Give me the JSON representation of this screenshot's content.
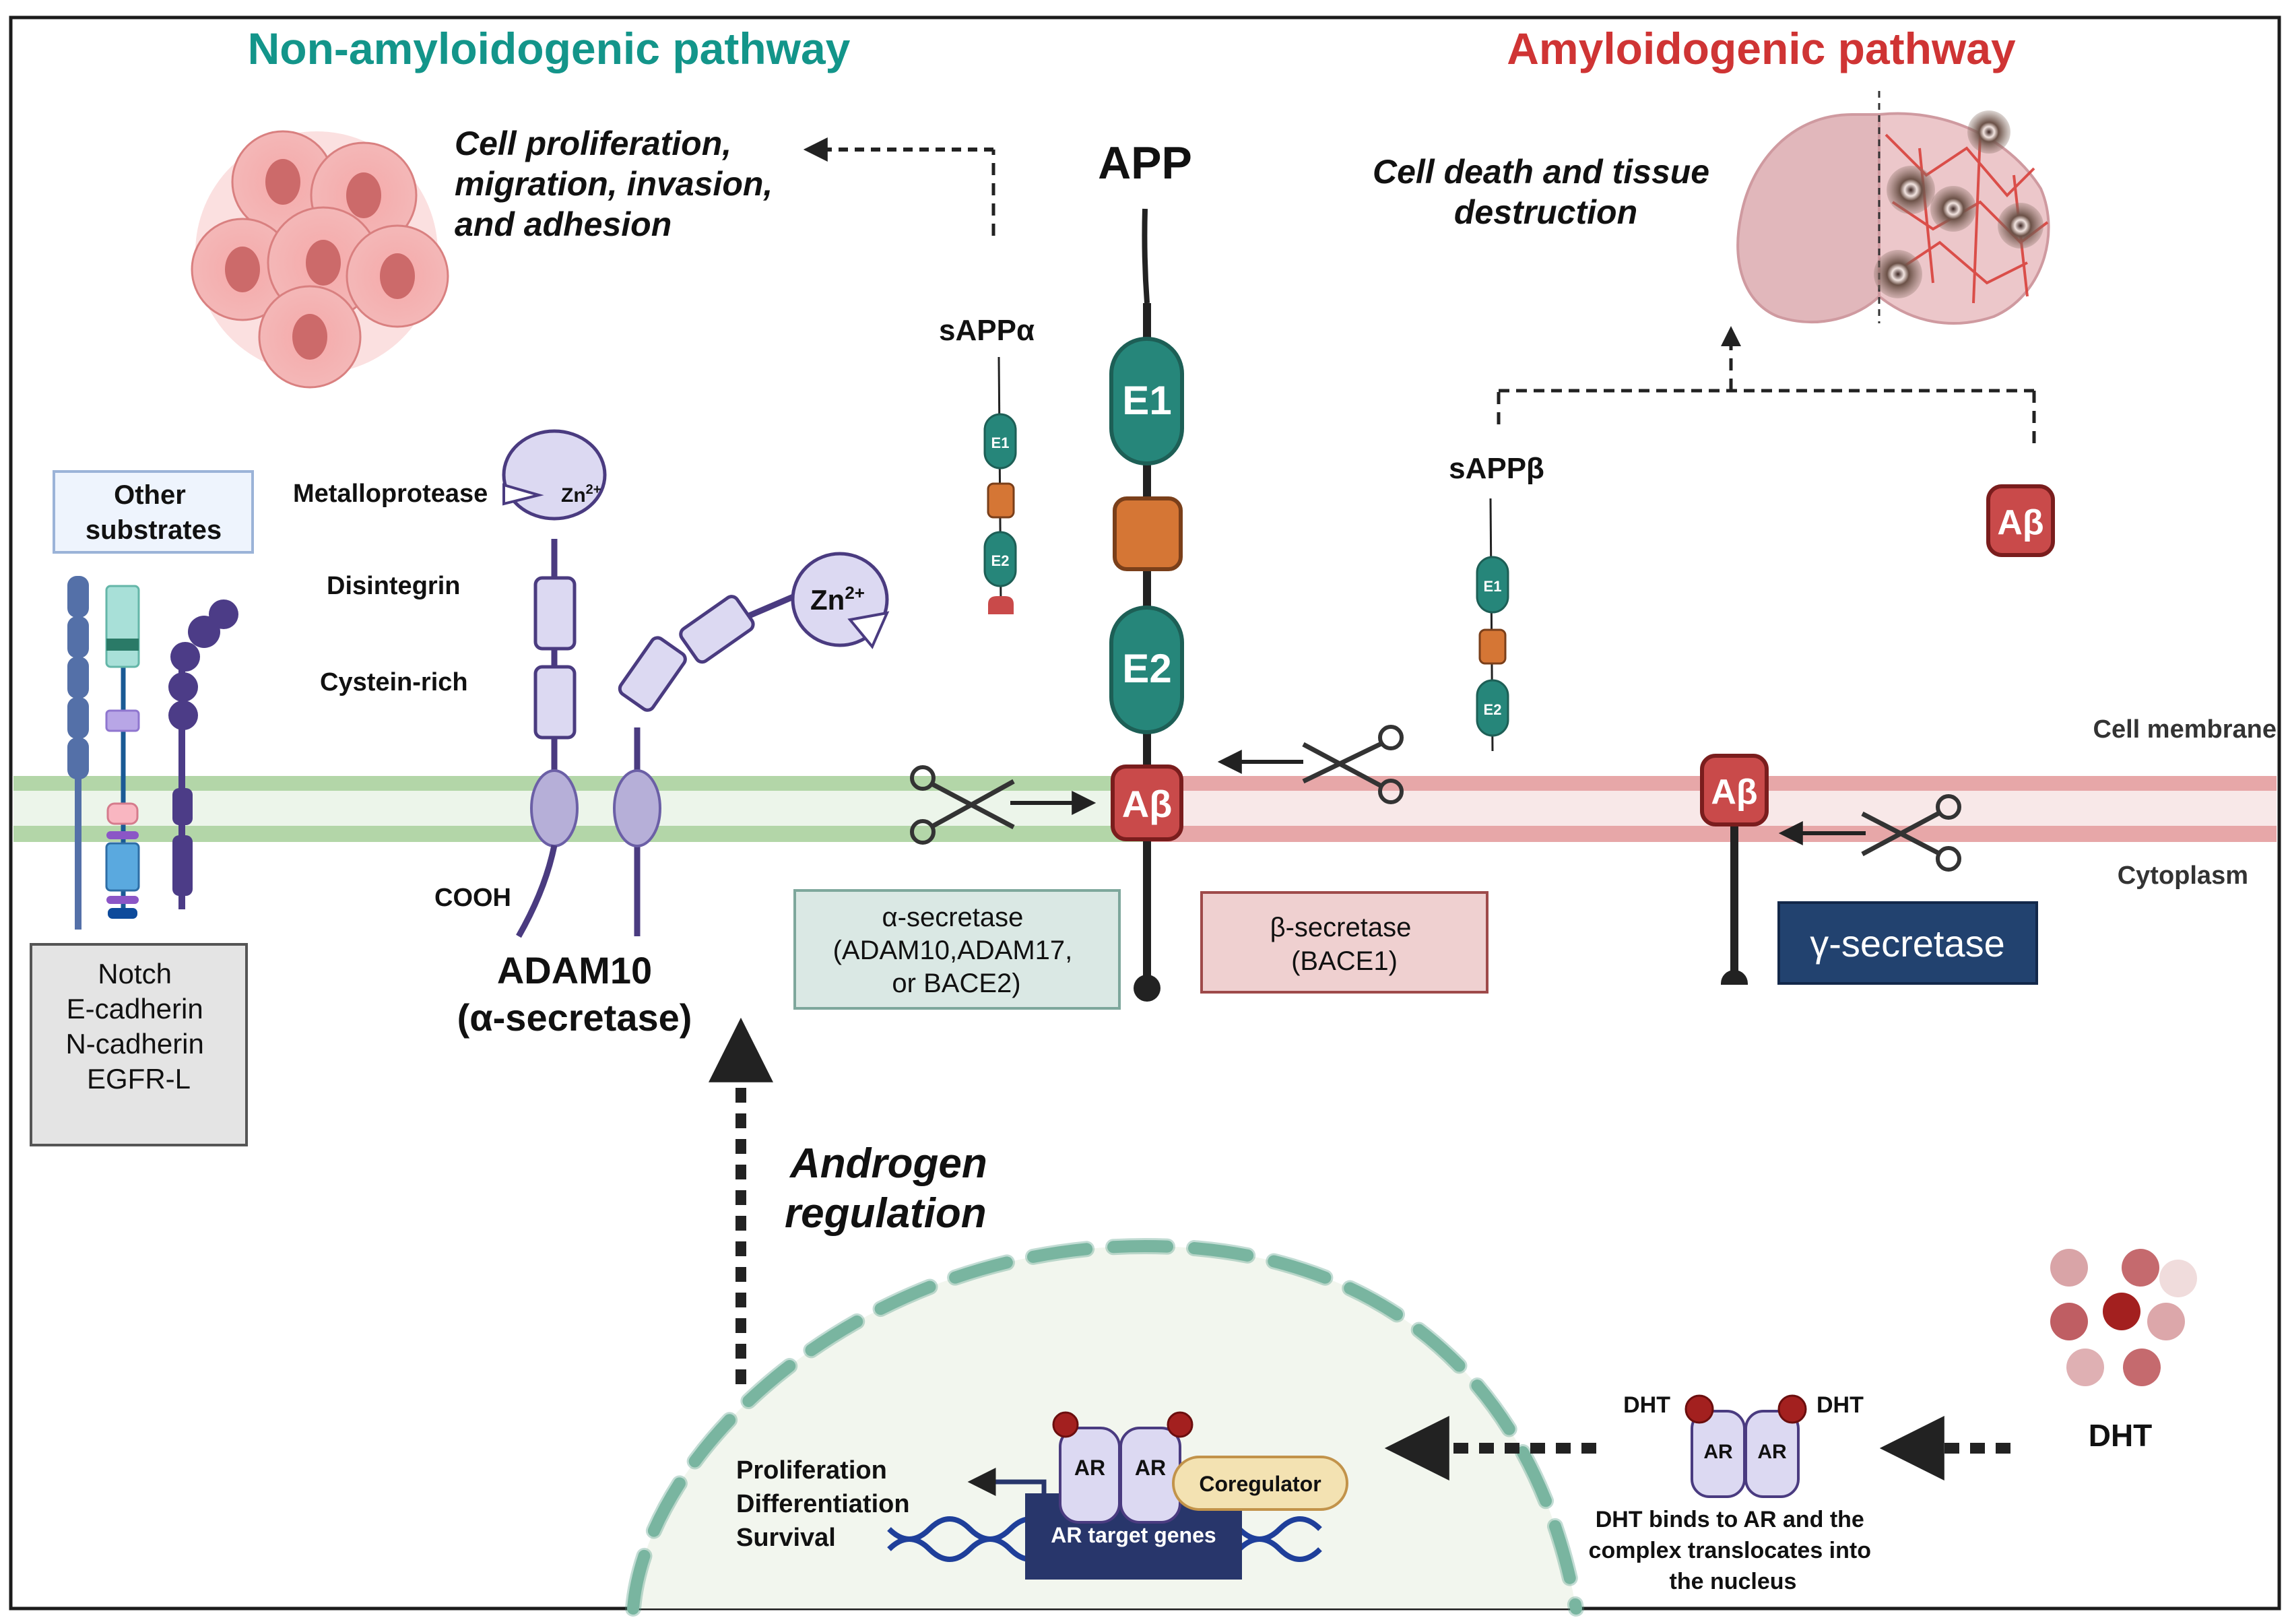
{
  "titles": {
    "non_amyloidogenic": "Non-amyloidogenic pathway",
    "amyloidogenic": "Amyloidogenic pathway"
  },
  "colors": {
    "non_amyloidogenic_title": "#13958a",
    "amyloidogenic_title": "#cf3434",
    "app_domain": "#26867a",
    "app_linker": "#d57635",
    "abeta": "#c94a4a",
    "membrane_green": "#b3d6a8",
    "membrane_red": "#e7a7a8",
    "gamma_secretase": "#22426f",
    "adam10": "#dcd9f2",
    "adam10_stroke": "#4a3b80",
    "ar_target_genes": "#28366b",
    "coregulator": "#f3e2b2",
    "nucleus_fill": "#f2f6ee",
    "nucleus_envelope": "#8fc3b0"
  },
  "outcomes": {
    "non_amyloidogenic_lines": [
      "Cell proliferation,",
      "migration, invasion,",
      "and adhesion"
    ],
    "amyloidogenic_lines": [
      "Cell death and tissue",
      "destruction"
    ]
  },
  "app": {
    "label": "APP",
    "domain_e1": "E1",
    "domain_e2": "E2",
    "abeta": "Aβ"
  },
  "fragments": {
    "sappa": "sAPPα",
    "sappb": "sAPPβ",
    "small_e1": "E1",
    "small_e2": "E2",
    "free_abeta": "Aβ",
    "membrane_abeta": "Aβ"
  },
  "substrates": {
    "header_lines": [
      "Other",
      "substrates"
    ],
    "list": [
      "Notch",
      "E-cadherin",
      "N-cadherin",
      "EGFR-L"
    ]
  },
  "adam10": {
    "metalloprotease": "Metalloprotease",
    "disintegrin": "Disintegrin",
    "cysteine_rich": "Cystein-rich",
    "cooh": "COOH",
    "zinc": "Zn",
    "zinc_charge": "2+",
    "name": "ADAM10",
    "subtitle": "(α-secretase)"
  },
  "secretases": {
    "alpha_lines": [
      "α-secretase",
      "(ADAM10,ADAM17,",
      "or BACE2)"
    ],
    "beta_lines": [
      "β-secretase",
      "(BACE1)"
    ],
    "gamma": "γ-secretase"
  },
  "compartments": {
    "membrane": "Cell membrane",
    "cytoplasm": "Cytoplasm"
  },
  "androgen": {
    "regulation_lines": [
      "Androgen",
      "regulation"
    ],
    "outcomes": [
      "Proliferation",
      "Differentiation",
      "Survival"
    ],
    "ar": "AR",
    "coregulator": "Coregulator",
    "target_genes": "AR target genes",
    "dht": "DHT",
    "dht_label_left": "DHT",
    "dht_label_right": "DHT",
    "binding_caption_lines": [
      "DHT binds to AR and the",
      "complex translocates into",
      "the nucleus"
    ]
  }
}
